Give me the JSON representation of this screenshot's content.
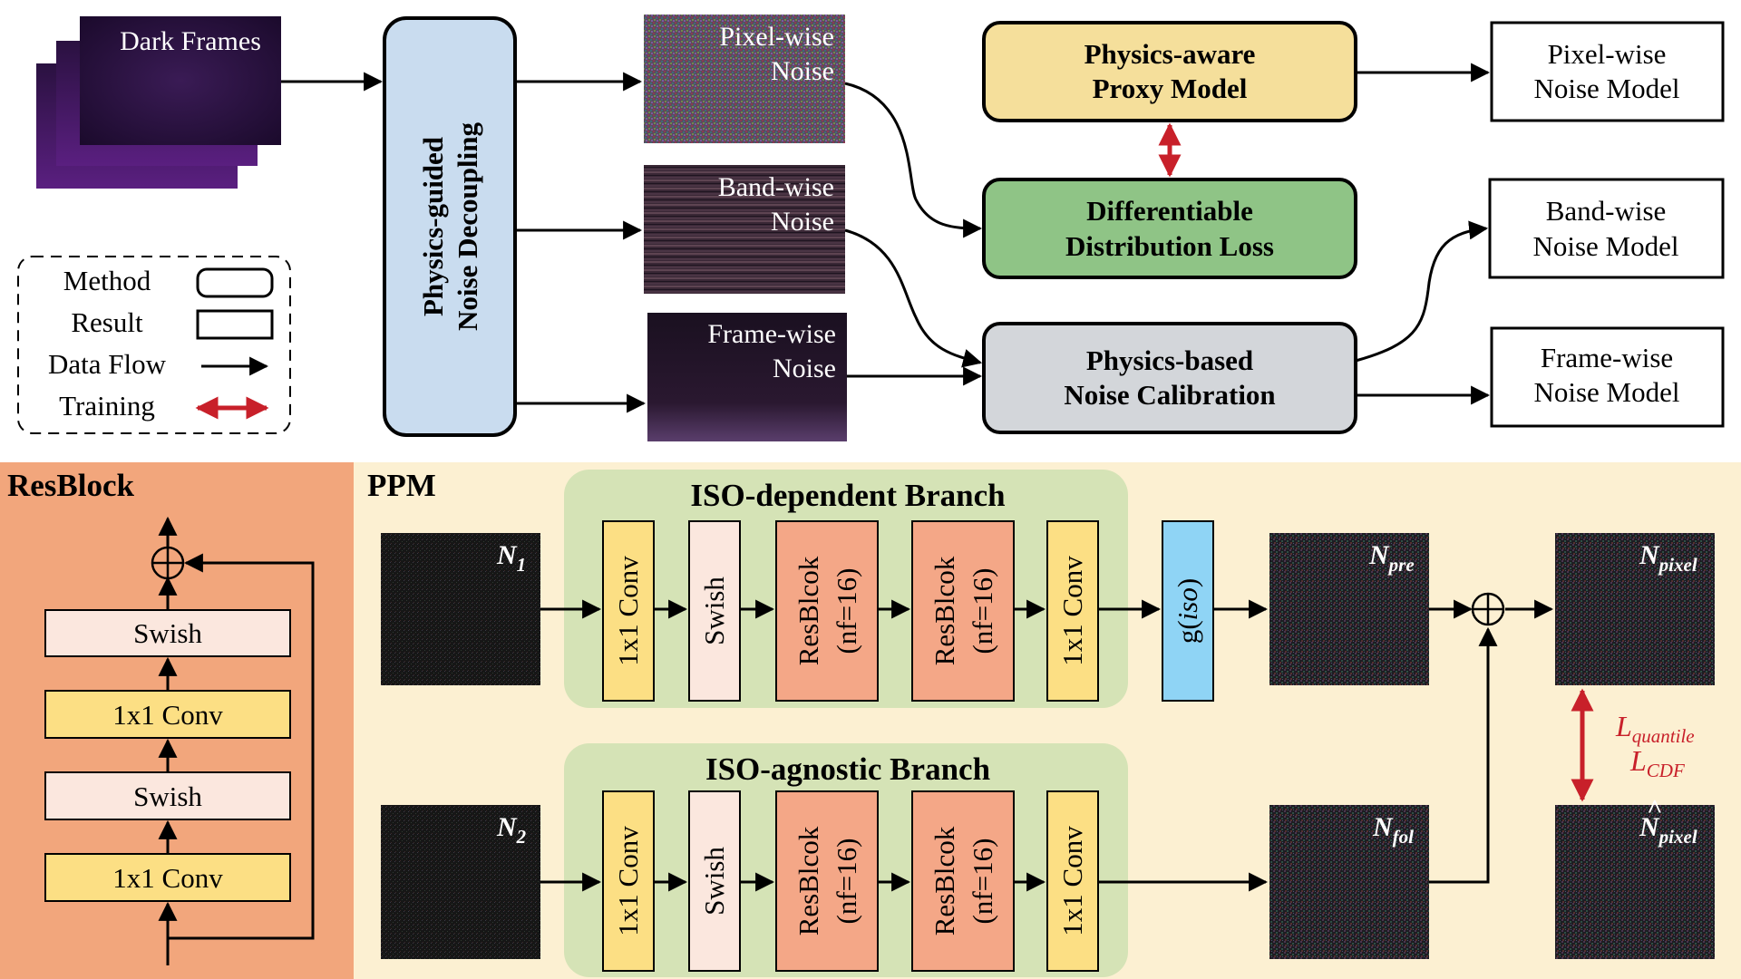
{
  "top": {
    "dark_frames": "Dark Frames",
    "decoupling": [
      "Physics-guided",
      "Noise Decoupling"
    ],
    "pixel_noise": [
      "Pixel-wise",
      "Noise"
    ],
    "band_noise": [
      "Band-wise",
      "Noise"
    ],
    "frame_noise": [
      "Frame-wise",
      "Noise"
    ],
    "proxy_model": [
      "Physics-aware",
      "Proxy Model"
    ],
    "diff_loss": [
      "Differentiable",
      "Distribution Loss"
    ],
    "calibration": [
      "Physics-based",
      "Noise Calibration"
    ],
    "pixel_model": [
      "Pixel-wise",
      "Noise Model"
    ],
    "band_model": [
      "Band-wise",
      "Noise Model"
    ],
    "frame_model": [
      "Frame-wise",
      "Noise Model"
    ],
    "legend": {
      "method": "Method",
      "result": "Result",
      "data_flow": "Data Flow",
      "training": "Training"
    }
  },
  "resblock": {
    "title": "ResBlock",
    "layers": [
      "Swish",
      "1x1 Conv",
      "Swish",
      "1x1 Conv"
    ]
  },
  "ppm": {
    "title": "PPM",
    "branch1_title": "ISO-dependent Branch",
    "branch2_title": "ISO-agnostic Branch",
    "conv": "1x1 Conv",
    "swish": "Swish",
    "resblock": [
      "ResBlcok",
      "(nf=16)"
    ],
    "g_iso": [
      "g(",
      "iso",
      ")"
    ],
    "n1": [
      "N",
      "1"
    ],
    "n2": [
      "N",
      "2"
    ],
    "npre": [
      "N",
      "pre"
    ],
    "nfol": [
      "N",
      "fol"
    ],
    "npixel": [
      "N",
      "pixel"
    ],
    "npixel_hat": [
      "N",
      "pixel"
    ],
    "hat": "^",
    "loss1": [
      "L",
      "quantile"
    ],
    "loss2": [
      "L",
      "CDF"
    ]
  },
  "colors": {
    "method_yellow": "#f5df9b",
    "method_green": "#8fc486",
    "method_gray": "#d3d6da",
    "method_blue": "#c9dcef",
    "resblock_bg": "#f2a67c",
    "ppm_bg": "#fcf0d2",
    "branch_bg": "#d5e3b6",
    "conv": "#fcdf84",
    "swish": "#fbe7de",
    "resblk": "#f4a787",
    "g_iso": "#8fd4f5",
    "training_arrow": "#c8202a"
  }
}
